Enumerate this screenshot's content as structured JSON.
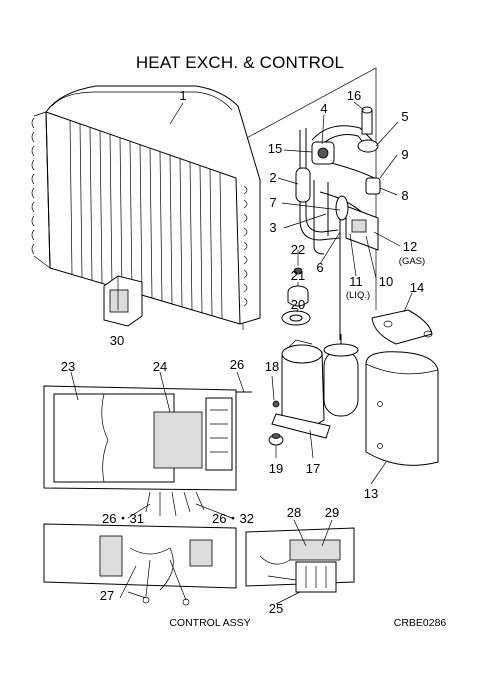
{
  "title": "HEAT EXCH. & CONTROL",
  "caption_control": "CONTROL ASSY",
  "ref_code": "CRBE0286",
  "callouts": {
    "c1": "1",
    "c2": "2",
    "c3": "3",
    "c4": "4",
    "c5": "5",
    "c6": "6",
    "c7": "7",
    "c8": "8",
    "c9": "9",
    "c10": "10",
    "c11": "11",
    "c12": "12",
    "c13": "13",
    "c14": "14",
    "c15": "15",
    "c16": "16",
    "c17": "17",
    "c18": "18",
    "c19": "19",
    "c20": "20",
    "c21": "21",
    "c22": "22",
    "c23": "23",
    "c24": "24",
    "c25": "25",
    "c26": "26",
    "c27": "27",
    "c28": "28",
    "c29": "29",
    "c30": "30",
    "c26_31": "26・31",
    "c26_32": "26・32"
  },
  "notes": {
    "gas": "(GAS)",
    "liq": "(LIQ.)"
  }
}
